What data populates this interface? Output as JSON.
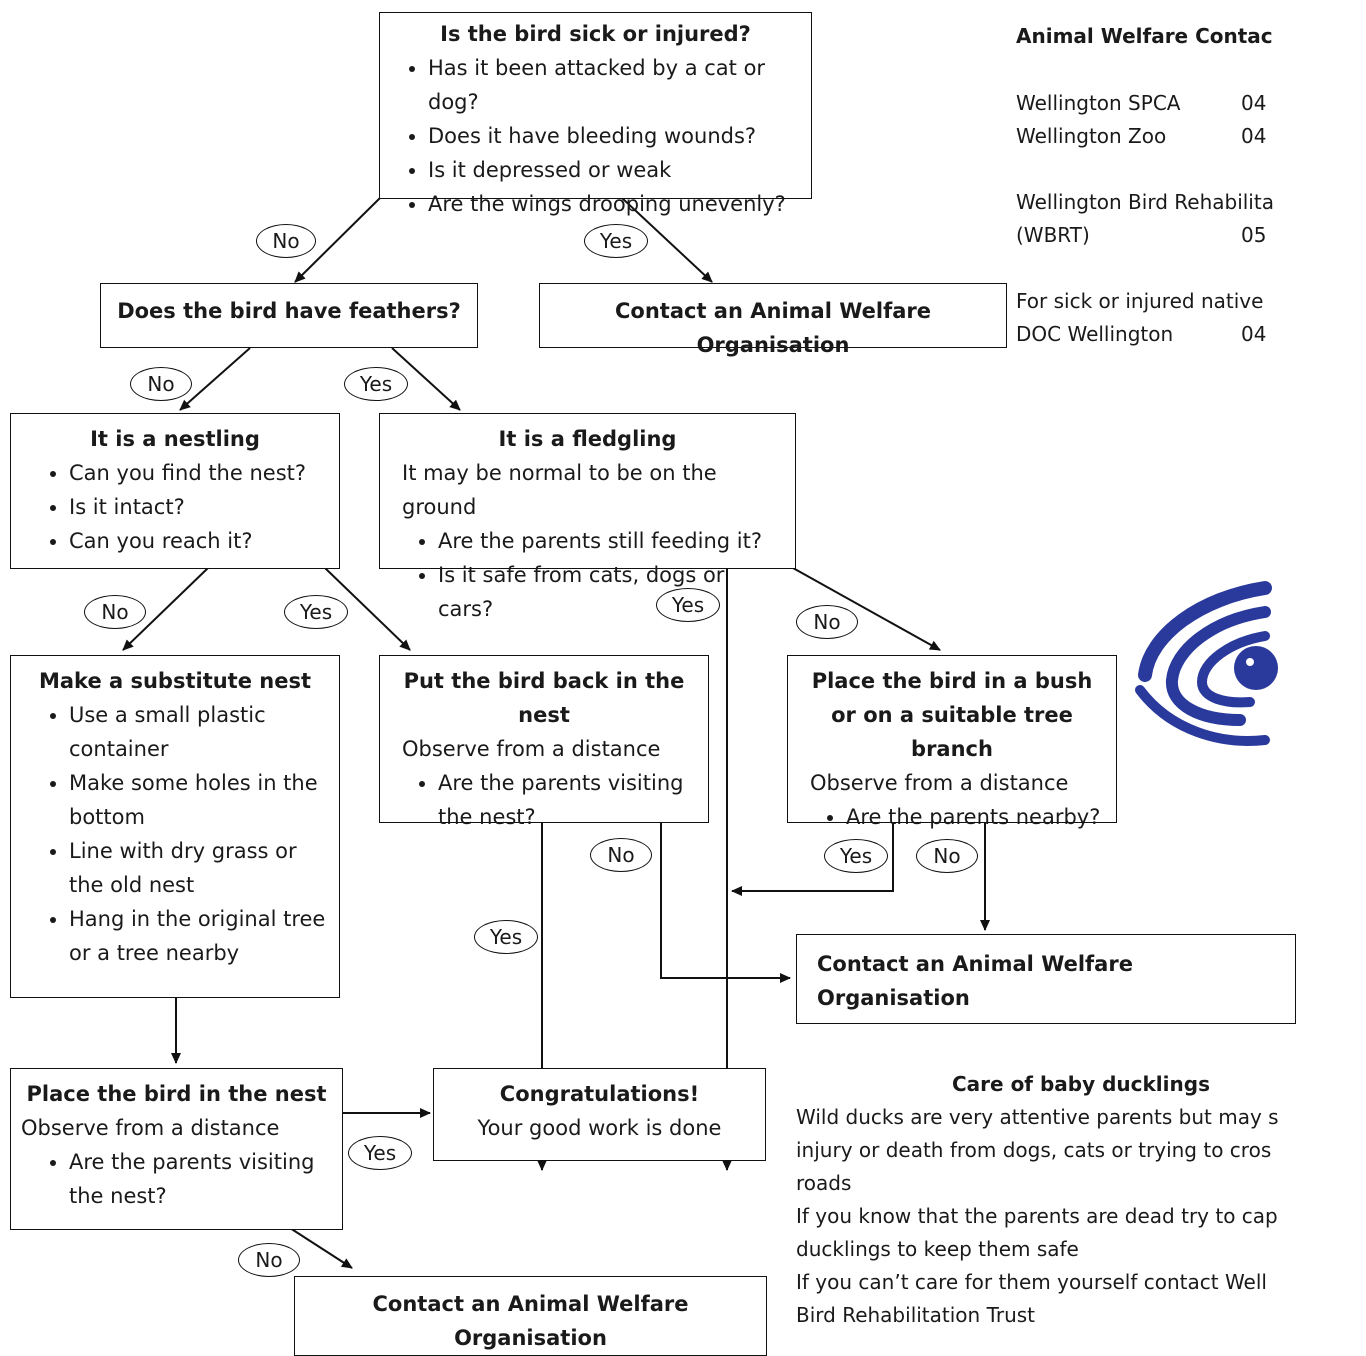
{
  "sick_box": {
    "title": "Is the bird sick or injured?",
    "items": [
      "Has it been attacked by a cat or dog?",
      "Does it have bleeding wounds?",
      "Is it depressed or weak",
      "Are the wings drooping unevenly?"
    ]
  },
  "feathers_box": {
    "title": "Does the bird have feathers?"
  },
  "contact_top": {
    "title": "Contact an Animal Welfare Organisation"
  },
  "nestling_box": {
    "title": "It is a nestling",
    "items": [
      "Can you find the nest?",
      "Is it intact?",
      "Can you reach it?"
    ]
  },
  "fledgling_box": {
    "title": "It is a fledgling",
    "subtitle": "It may be normal to be on the ground",
    "items": [
      "Are the parents still feeding it?",
      "Is it safe from cats, dogs or cars?"
    ]
  },
  "substitute_box": {
    "title": "Make a substitute nest",
    "items": [
      "Use a small plastic container",
      "Make some holes in the bottom",
      "Line with dry grass or the old nest",
      "Hang in the original tree or a tree nearby"
    ]
  },
  "putback_box": {
    "title": "Put the bird back in the nest",
    "subtitle": "Observe from a distance",
    "items": [
      "Are the parents visiting the nest?"
    ]
  },
  "bush_box": {
    "title": "Place the bird in a bush or on a suitable tree branch",
    "subtitle": "Observe from a distance",
    "items": [
      "Are the parents nearby?"
    ]
  },
  "contact_mid": {
    "title": "Contact an Animal Welfare Organisation"
  },
  "place_box": {
    "title": "Place the bird in the nest",
    "subtitle": "Observe from a distance",
    "items": [
      "Are the parents visiting the nest?"
    ]
  },
  "congrats_box": {
    "title": "Congratulations!",
    "subtitle": "Your good work is done"
  },
  "contact_bottom": {
    "title": "Contact an Animal Welfare Organisation"
  },
  "labels": {
    "yes": "Yes",
    "no": "No"
  },
  "contacts": {
    "heading": "Animal Welfare Contac",
    "rows": [
      {
        "name": "Wellington SPCA",
        "num": "04"
      },
      {
        "name": "Wellington Zoo",
        "num": "04"
      }
    ],
    "wbrt_line1": "Wellington Bird Rehabilita",
    "wbrt_line2": "(WBRT)",
    "wbrt_num": "05",
    "native_line": "For sick or injured native",
    "doc_name": "DOC Wellington",
    "doc_num": "04"
  },
  "ducks": {
    "heading": "Care of baby ducklings",
    "lines": [
      "Wild ducks are very attentive parents but may s",
      "injury or death from dogs, cats or trying to cros",
      "roads",
      "If you know that the parents are dead try to cap",
      "ducklings to keep them safe",
      "If you can’t care for them yourself contact Well",
      "Bird Rehabilitation Trust"
    ]
  },
  "colors": {
    "logo_blue": "#2a3a9c"
  }
}
